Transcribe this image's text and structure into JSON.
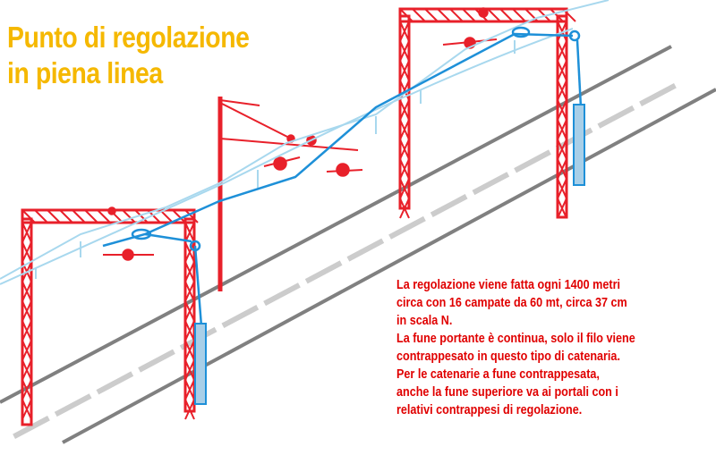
{
  "title": {
    "line1": "Punto di regolazione",
    "line2": "in piena linea"
  },
  "note": {
    "lines": [
      "La regolazione viene fatta ogni 1400 metri",
      "circa con 16 campate da 60 mt, circa 37 cm",
      "in scala N.",
      "La fune portante è continua, solo il filo viene",
      "contrappesato in questo tipo di catenaria.",
      "Per le catenarie a fune contrappesata,",
      "anche la fune superiore va ai portali con i",
      "relativi contrappesi di regolazione."
    ]
  },
  "colors": {
    "title": "#f5b800",
    "note": "#e00000",
    "portal": "#e8202a",
    "messenger_wire": "#a8d8ee",
    "contact_wire": "#1e90d8",
    "counterweight": "#a8cfe8",
    "track": "#808080",
    "sleeper": "#cccccc"
  }
}
